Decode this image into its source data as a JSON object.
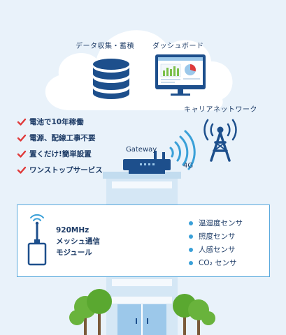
{
  "cloud": {
    "data_label": "データ収集・蓄積",
    "dashboard_label": "ダッシュボード"
  },
  "carrier_network_label": "キャリアネットワーク",
  "gateway_label": "Gateway",
  "network_type_label": "4G",
  "features": [
    {
      "text": "電池で10年稼働"
    },
    {
      "text": "電源、配線工事不要"
    },
    {
      "text": "置くだけ!簡単設置"
    },
    {
      "text": "ワンストップサービス"
    }
  ],
  "module": {
    "line1": "920MHz",
    "line2": "メッシュ通信",
    "line3": "モジュール"
  },
  "sensors": [
    {
      "text": "温湿度センサ"
    },
    {
      "text": "照度センサ"
    },
    {
      "text": "人感センサ"
    },
    {
      "text": "CO₂ センサ"
    }
  ],
  "colors": {
    "background": "#e9f2fa",
    "cloud": "#ffffff",
    "navy": "#1d3b66",
    "accent_blue": "#3aa0d8",
    "building": "#d5e7f5",
    "check_red": "#e03a3a",
    "tree_green": "#69b33c"
  }
}
